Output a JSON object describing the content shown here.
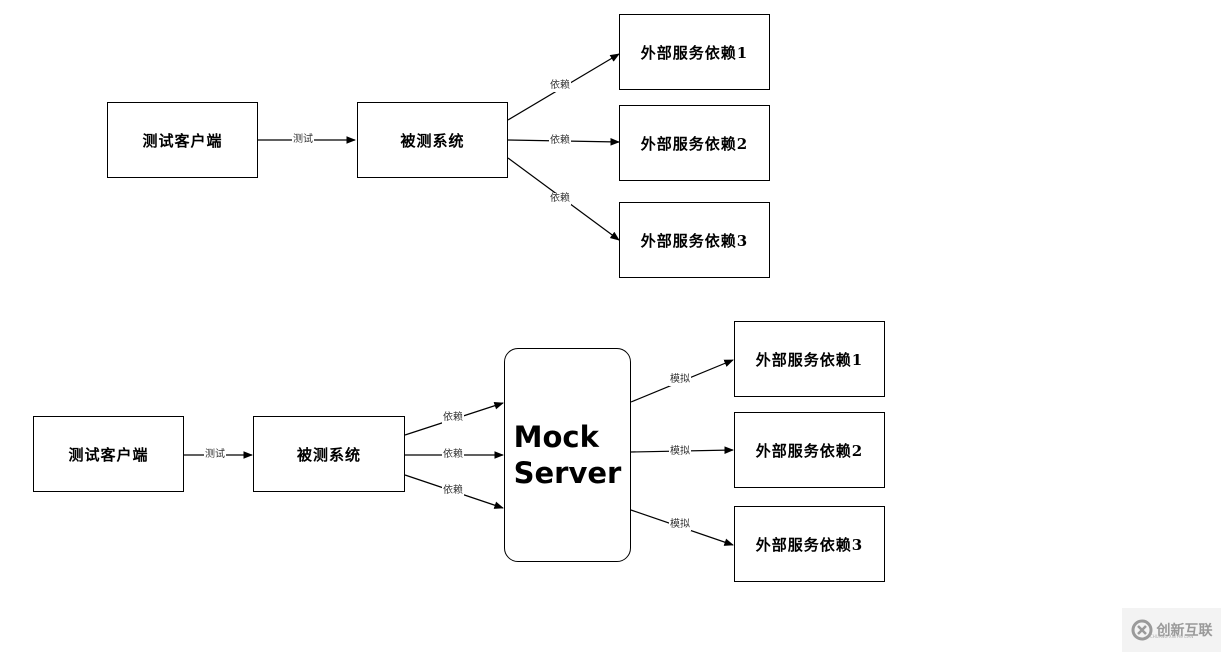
{
  "top": {
    "client": "测试客户端",
    "sut": "被测系统",
    "test_label": "测试",
    "dep_labels": [
      "依赖",
      "依赖",
      "依赖"
    ],
    "services": [
      "外部服务依赖1",
      "外部服务依赖2",
      "外部服务依赖3"
    ]
  },
  "bottom": {
    "client": "测试客户端",
    "sut": "被测系统",
    "test_label": "测试",
    "dep_labels": [
      "依赖",
      "依赖",
      "依赖"
    ],
    "mock_server": "Mock\nServer",
    "sim_labels": [
      "模拟",
      "模拟",
      "模拟"
    ],
    "services": [
      "外部服务依赖1",
      "外部服务依赖2",
      "外部服务依赖3"
    ]
  },
  "watermark": {
    "icon": "logo-icon",
    "text": "创新互联",
    "subtext": "CHUANG XIN HU LIAN"
  }
}
